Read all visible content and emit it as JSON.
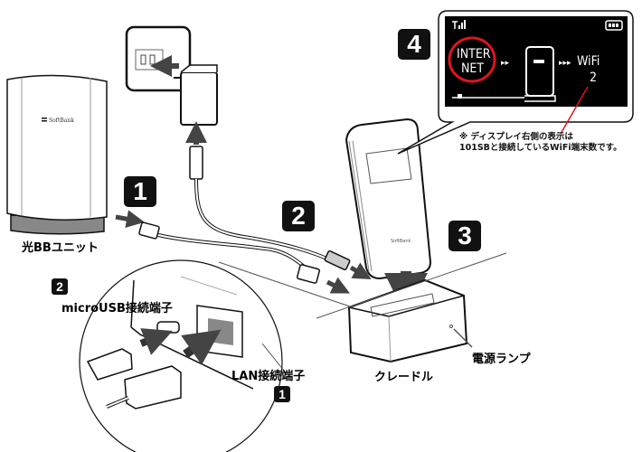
{
  "labels": {
    "bb_unit": "光BBユニット",
    "microusb_port": "microUSB接続端子",
    "lan_port": "LAN接続端子",
    "cradle": "クレードル",
    "power_lamp": "電源ランプ",
    "brand_bb_unit": "SoftBank",
    "brand_router": "SoftBank"
  },
  "steps": {
    "step1_main": "1",
    "step2_main": "2",
    "step3": "3",
    "step4": "4",
    "step2_detail": "2",
    "step1_detail": "1"
  },
  "display": {
    "internet_line1": "INTER",
    "internet_line2": "NET",
    "wifi_label": "WiFi",
    "wifi_count": "2",
    "highlight_color": "#e0141e"
  },
  "note": {
    "line1": "※ ディスプレイ右側の表示は",
    "line2": "101SBと接続しているWiFi端末数です。"
  }
}
